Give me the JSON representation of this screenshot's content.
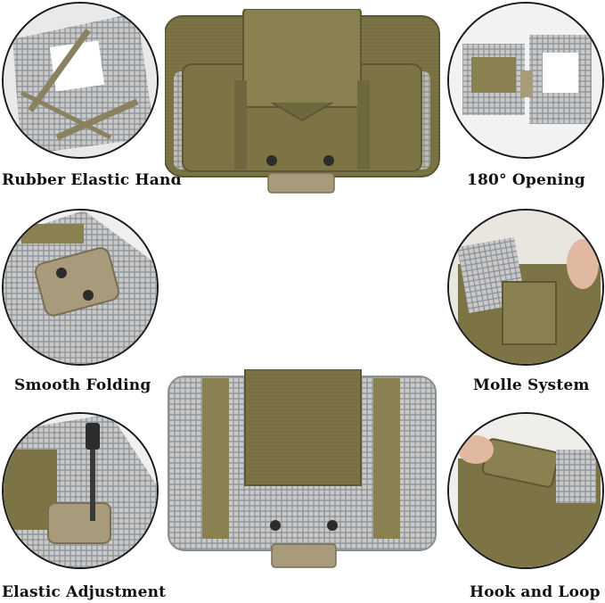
{
  "labels": {
    "rubber_elastic_hand": "Rubber Elastic Hand",
    "opening_180": "180°  Opening",
    "smooth_folding": "Smooth Folding",
    "molle_system": "Molle System",
    "elastic_adjustment": "Elastic Adjustment",
    "hook_and_loop": "Hook and Loop"
  },
  "colors": {
    "coyote": "#7d7446",
    "coyote_dark": "#5e5733",
    "hinge_tan": "#a89b7c",
    "grid_gray": "#c9cacb",
    "grid_dark": "#8c8f92",
    "outline": "#1a1a1a"
  }
}
